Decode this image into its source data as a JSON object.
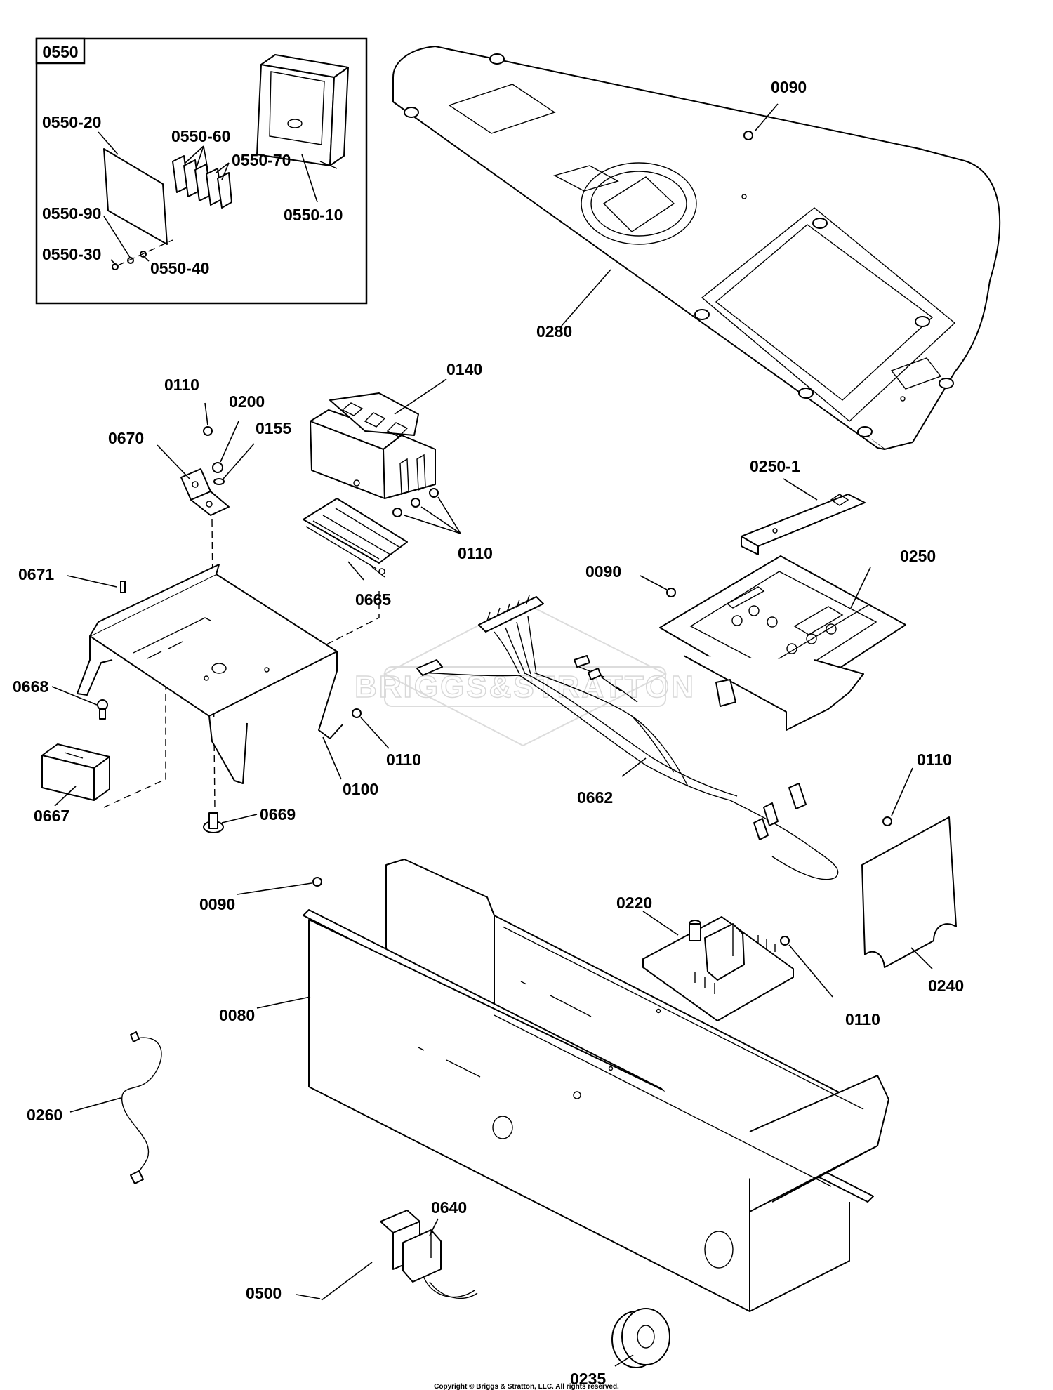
{
  "inset": {
    "title": "0550"
  },
  "labels": [
    {
      "id": "0550-20",
      "text": "0550-20"
    },
    {
      "id": "0550-60",
      "text": "0550-60"
    },
    {
      "id": "0550-70",
      "text": "0550-70"
    },
    {
      "id": "0550-90",
      "text": "0550-90"
    },
    {
      "id": "0550-10",
      "text": "0550-10"
    },
    {
      "id": "0550-30",
      "text": "0550-30"
    },
    {
      "id": "0550-40",
      "text": "0550-40"
    },
    {
      "id": "0090-a",
      "text": "0090"
    },
    {
      "id": "0280",
      "text": "0280"
    },
    {
      "id": "0140",
      "text": "0140"
    },
    {
      "id": "0110-a",
      "text": "0110"
    },
    {
      "id": "0200",
      "text": "0200"
    },
    {
      "id": "0155",
      "text": "0155"
    },
    {
      "id": "0670",
      "text": "0670"
    },
    {
      "id": "0250-1",
      "text": "0250-1"
    },
    {
      "id": "0110-b",
      "text": "0110"
    },
    {
      "id": "0665",
      "text": "0665"
    },
    {
      "id": "0671",
      "text": "0671"
    },
    {
      "id": "0090-b",
      "text": "0090"
    },
    {
      "id": "0250",
      "text": "0250"
    },
    {
      "id": "0668",
      "text": "0668"
    },
    {
      "id": "0110-c",
      "text": "0110"
    },
    {
      "id": "0100",
      "text": "0100"
    },
    {
      "id": "0110-d",
      "text": "0110"
    },
    {
      "id": "0662",
      "text": "0662"
    },
    {
      "id": "0667",
      "text": "0667"
    },
    {
      "id": "0669",
      "text": "0669"
    },
    {
      "id": "0090-c",
      "text": "0090"
    },
    {
      "id": "0220",
      "text": "0220"
    },
    {
      "id": "0240",
      "text": "0240"
    },
    {
      "id": "0080",
      "text": "0080"
    },
    {
      "id": "0110-e",
      "text": "0110"
    },
    {
      "id": "0260",
      "text": "0260"
    },
    {
      "id": "0640",
      "text": "0640"
    },
    {
      "id": "0500",
      "text": "0500"
    },
    {
      "id": "0235",
      "text": "0235"
    }
  ],
  "watermark": "BRIGGS&STRATTON",
  "copyright": "Copyright © Briggs & Stratton, LLC. All rights reserved."
}
